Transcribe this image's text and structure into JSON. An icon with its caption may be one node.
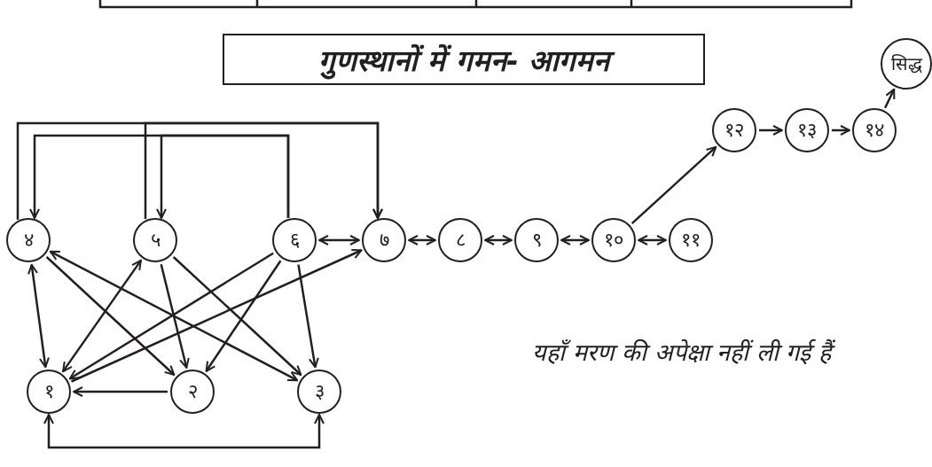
{
  "diagram": {
    "title": "गुणस्थानों में गमन- आगमन",
    "nodes": [
      {
        "text": [
          "४"
        ]
      },
      {
        "text": [
          "५"
        ]
      },
      {
        "text": [
          "६"
        ]
      },
      {
        "text": [
          "७"
        ]
      },
      {
        "text": [
          "८"
        ]
      },
      {
        "text": [
          "९"
        ]
      },
      {
        "text": [
          "१०"
        ]
      },
      {
        "text": [
          "११"
        ]
      },
      {
        "text": [
          "१२"
        ]
      },
      {
        "text": [
          "१३"
        ]
      },
      {
        "text": [
          "१४"
        ]
      },
      {
        "text": [
          "सिद्ध"
        ]
      },
      {
        "text": [
          "१"
        ]
      },
      {
        "text": [
          "२"
        ]
      },
      {
        "text": [
          "३"
        ]
      }
    ],
    "edges": [
      {
        "from": 0,
        "to": 3,
        "arrow": "to"
      },
      {
        "from": 1,
        "to": 3,
        "arrow": "to"
      },
      {
        "from": 2,
        "to": 0,
        "arrow": "to"
      },
      {
        "from": 2,
        "to": 1,
        "arrow": "to"
      },
      {
        "from": 0,
        "to": 12,
        "arrow": "both"
      },
      {
        "from": 0,
        "to": 13,
        "arrow": "to"
      },
      {
        "from": 0,
        "to": 14,
        "arrow": "both"
      },
      {
        "from": 1,
        "to": 12,
        "arrow": "both"
      },
      {
        "from": 1,
        "to": 13,
        "arrow": "to"
      },
      {
        "from": 1,
        "to": 14,
        "arrow": "to"
      },
      {
        "from": 2,
        "to": 12,
        "arrow": "to"
      },
      {
        "from": 2,
        "to": 13,
        "arrow": "to"
      },
      {
        "from": 2,
        "to": 14,
        "arrow": "to"
      },
      {
        "from": 12,
        "to": 3,
        "arrow": "to"
      },
      {
        "from": 13,
        "to": 12,
        "arrow": "to"
      },
      {
        "from": 12,
        "to": 14,
        "arrow": "both"
      },
      {
        "from": 2,
        "to": 3,
        "arrow": "both"
      },
      {
        "from": 3,
        "to": 4,
        "arrow": "both"
      },
      {
        "from": 4,
        "to": 5,
        "arrow": "both"
      },
      {
        "from": 5,
        "to": 6,
        "arrow": "both"
      },
      {
        "from": 6,
        "to": 7,
        "arrow": "both"
      },
      {
        "from": 6,
        "to": 8,
        "arrow": "to"
      },
      {
        "from": 8,
        "to": 9,
        "arrow": "to"
      },
      {
        "from": 9,
        "to": 10,
        "arrow": "to"
      },
      {
        "from": 10,
        "to": 11,
        "arrow": "to"
      }
    ],
    "labels": [
      "यहाँ मरण की अपेक्षा नहीं ली गई हैं"
    ]
  }
}
